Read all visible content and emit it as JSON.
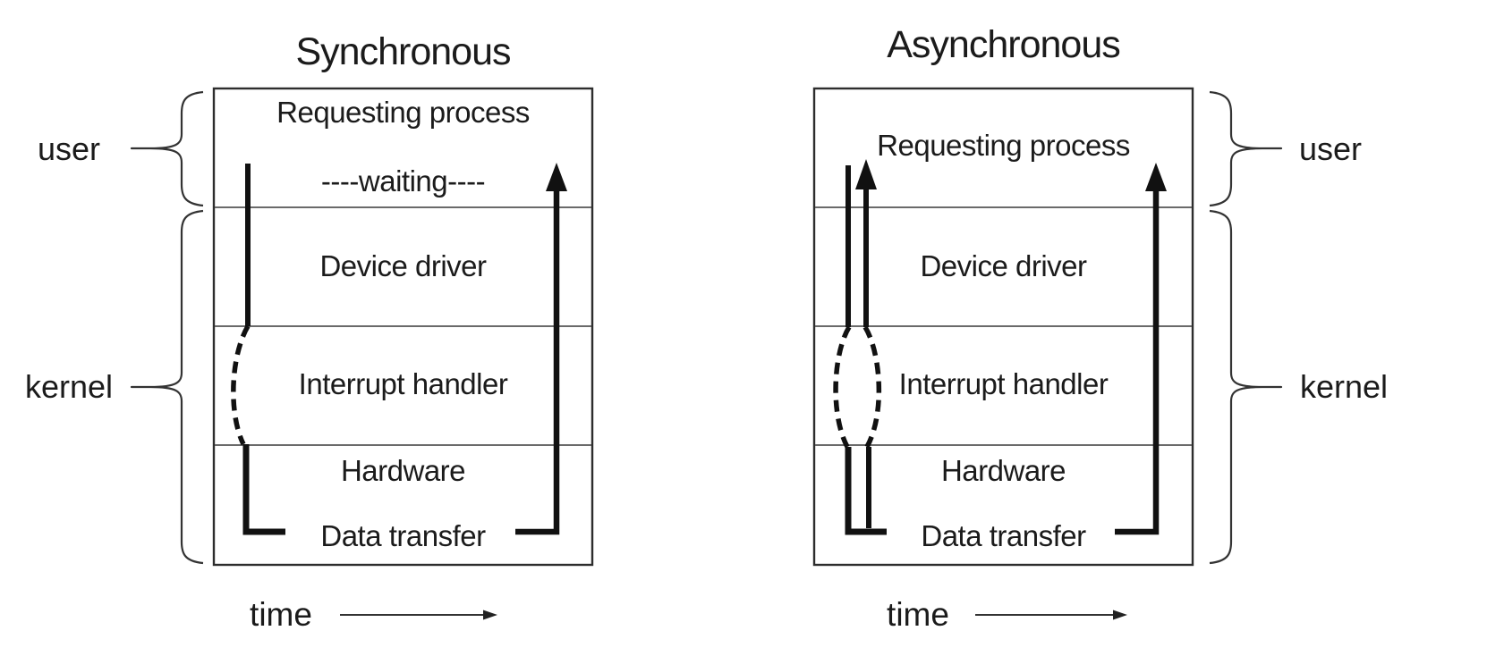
{
  "diagram": {
    "sync": {
      "title": "Synchronous",
      "requesting": "Requesting process",
      "waiting": "----waiting----",
      "device_driver": "Device driver",
      "interrupt_handler": "Interrupt handler",
      "hardware": "Hardware",
      "data_transfer": "Data transfer",
      "user": "user",
      "kernel": "kernel",
      "time": "time"
    },
    "async": {
      "title": "Asynchronous",
      "requesting": "Requesting process",
      "device_driver": "Device driver",
      "interrupt_handler": "Interrupt handler",
      "hardware": "Hardware",
      "data_transfer": "Data transfer",
      "user": "user",
      "kernel": "kernel",
      "time": "time"
    },
    "colors": {
      "ink": "#1b1b1b",
      "flow_line": "#111111",
      "box_border": "#2d2d2d",
      "row_divider": "#555555",
      "brace": "#333333",
      "background": "#ffffff"
    }
  }
}
